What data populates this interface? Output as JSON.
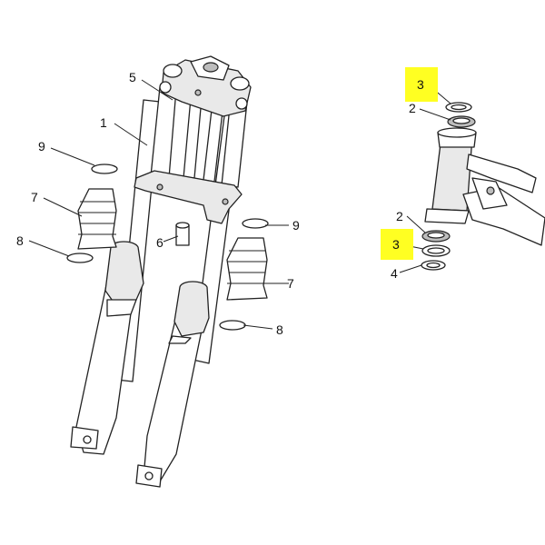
{
  "labels": {
    "fork_assembly": "1",
    "steering_bearing_top": "2",
    "steering_bearing_bottom": "2",
    "seal_ring_top": "3",
    "seal_ring_bottom": "3",
    "steering_nut": "4",
    "top_yoke": "5",
    "spacer": "6",
    "gaiter_left": "7",
    "gaiter_right": "7",
    "clamp_left_bottom": "8",
    "clamp_right_bottom": "8",
    "clamp_left_top": "9",
    "clamp_right_top": "9"
  },
  "colors": {
    "highlight": "#ffff22",
    "line": "#222222",
    "background": "#ffffff"
  }
}
